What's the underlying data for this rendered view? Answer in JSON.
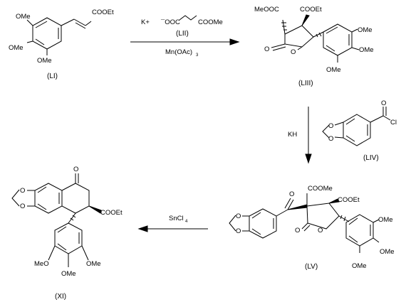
{
  "compounds": {
    "li": {
      "label": "(LI)",
      "cooet": "COOEt",
      "ome_1": "OMe",
      "ome_2": "OMe",
      "ome_3": "OMe"
    },
    "lii": {
      "label": "(LII)",
      "k_plus": "K+",
      "ester_left": "¯OOC",
      "ester_right": "COOMe"
    },
    "liii": {
      "label": "(LIII)",
      "meooc": "MeOOC",
      "cooet": "COOEt",
      "lactone_o": "O",
      "ring_o": "O",
      "ome_1": "OMe",
      "ome_2": "OMe",
      "ome_3": "OMe"
    },
    "liv": {
      "label": "(LIV)",
      "carbonyl_o": "O",
      "cl": "Cl",
      "ring_o1": "O",
      "ring_o2": "O"
    },
    "lv": {
      "label": "(LV)",
      "keto_o": "O",
      "coome": "COOMe",
      "cooet": "COOEt",
      "lactone_o": "O",
      "ring_o": "O",
      "diox_o1": "O",
      "diox_o2": "O",
      "ome_1": "OMe",
      "ome_2": "OMe",
      "ome_3": "OMe"
    },
    "xi": {
      "label": "(XI)",
      "keto_o": "O",
      "cooet": "COOEt",
      "diox_o1": "O",
      "diox_o2": "O",
      "meo_1": "MeO",
      "ome_2": "OMe",
      "ome_3": "OMe"
    }
  },
  "arrows": {
    "step1": {
      "reagent": "Mn(OAc)",
      "reagent_sub": "3"
    },
    "step2": {
      "reagent": "KH"
    },
    "step3": {
      "reagent": "SnCl",
      "reagent_sub": "4"
    }
  }
}
